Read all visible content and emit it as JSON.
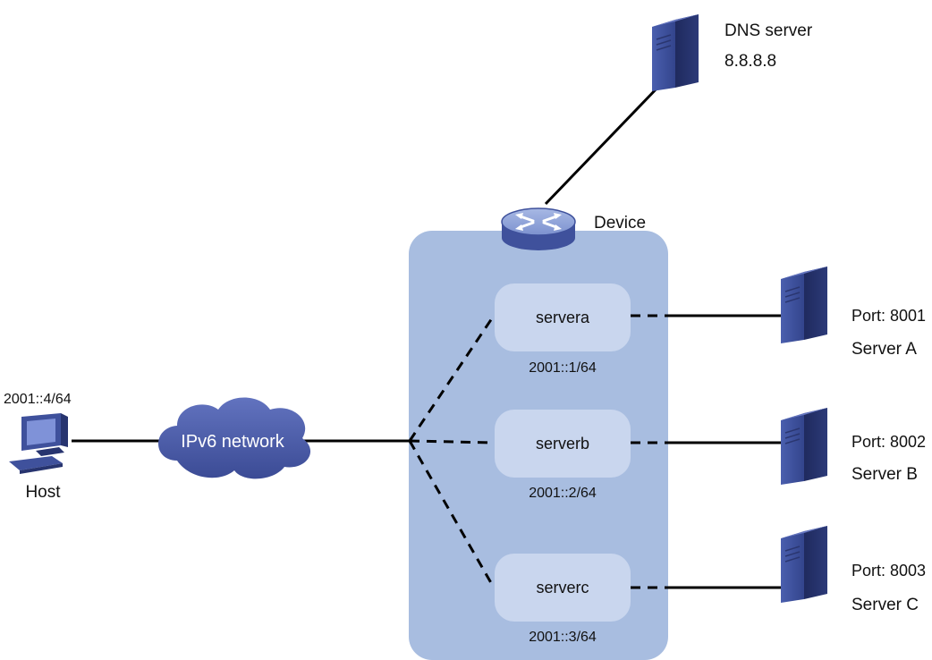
{
  "device": {
    "label": "Device"
  },
  "dns": {
    "name": "DNS server",
    "address": "8.8.8.8"
  },
  "network": {
    "label": "IPv6 network"
  },
  "host": {
    "label": "Host",
    "address": "2001::4/64"
  },
  "virtual_servers": [
    {
      "name": "servera",
      "address": "2001::1/64"
    },
    {
      "name": "serverb",
      "address": "2001::2/64"
    },
    {
      "name": "serverc",
      "address": "2001::3/64"
    }
  ],
  "real_servers": [
    {
      "port": "Port: 8001",
      "name": "Server A"
    },
    {
      "port": "Port: 8002",
      "name": "Server B"
    },
    {
      "port": "Port: 8003",
      "name": "Server C"
    }
  ],
  "colors": {
    "device_box": "#a8bde0",
    "virtual_server_box": "#c9d6ee",
    "node_blue": "#3f519c",
    "node_dark": "#27346f",
    "cloud": "#4b5ca8"
  }
}
